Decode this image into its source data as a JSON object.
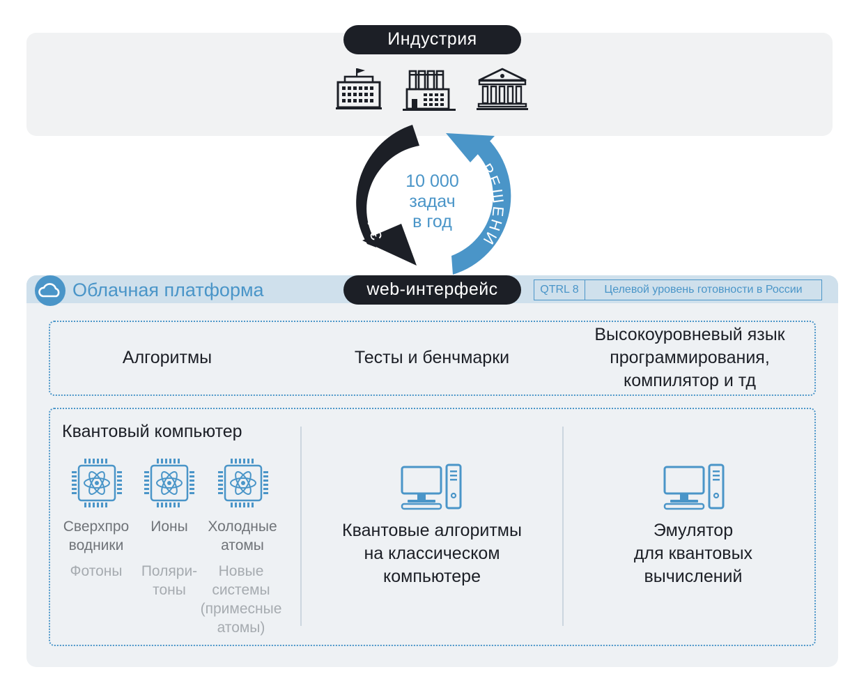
{
  "industry": {
    "title": "Индустрия",
    "icons": [
      "government-building-icon",
      "factory-icon",
      "bank-icon"
    ]
  },
  "cycle": {
    "tasks_label": "ЗАДАЧИ",
    "solutions_label": "РЕШЕНИЯ",
    "count_line1": "10 000",
    "count_line2": "задач",
    "count_line3": "в год"
  },
  "platform": {
    "title": "Облачная платформа",
    "web_label": "web-интерфейс",
    "qtrl_label": "QTRL 8",
    "qtrl_desc": "Целевой уровень готовности в России"
  },
  "software_layer": {
    "algorithms": "Алгоритмы",
    "tests": "Тесты и бенчмарки",
    "language_line1": "Высокоуровневый язык",
    "language_line2": "программирования,",
    "language_line3": "компилятор и тд"
  },
  "hardware_layer": {
    "quantum_title": "Квантовый компьютер",
    "platforms": [
      {
        "line1": "Сверхпро",
        "line2": "водники"
      },
      {
        "line1": "Ионы",
        "line2": ""
      },
      {
        "line1": "Холодные",
        "line2": "атомы"
      }
    ],
    "future_platforms": [
      {
        "line1": "Фотоны"
      },
      {
        "line1": "Поляри-",
        "line2": "тоны"
      },
      {
        "line1": "Новые",
        "line2": "системы",
        "line3": "(примесные",
        "line4": "атомы)"
      }
    ],
    "classical_line1": "Квантовые алгоритмы",
    "classical_line2": "на классическом",
    "classical_line3": "компьютере",
    "emulator_line1": "Эмулятор",
    "emulator_line2": "для квантовых",
    "emulator_line3": "вычислений"
  },
  "colors": {
    "accent": "#4a95c8",
    "dark": "#1c1f26",
    "panel": "#eef1f4",
    "band": "#cfe0ec"
  }
}
